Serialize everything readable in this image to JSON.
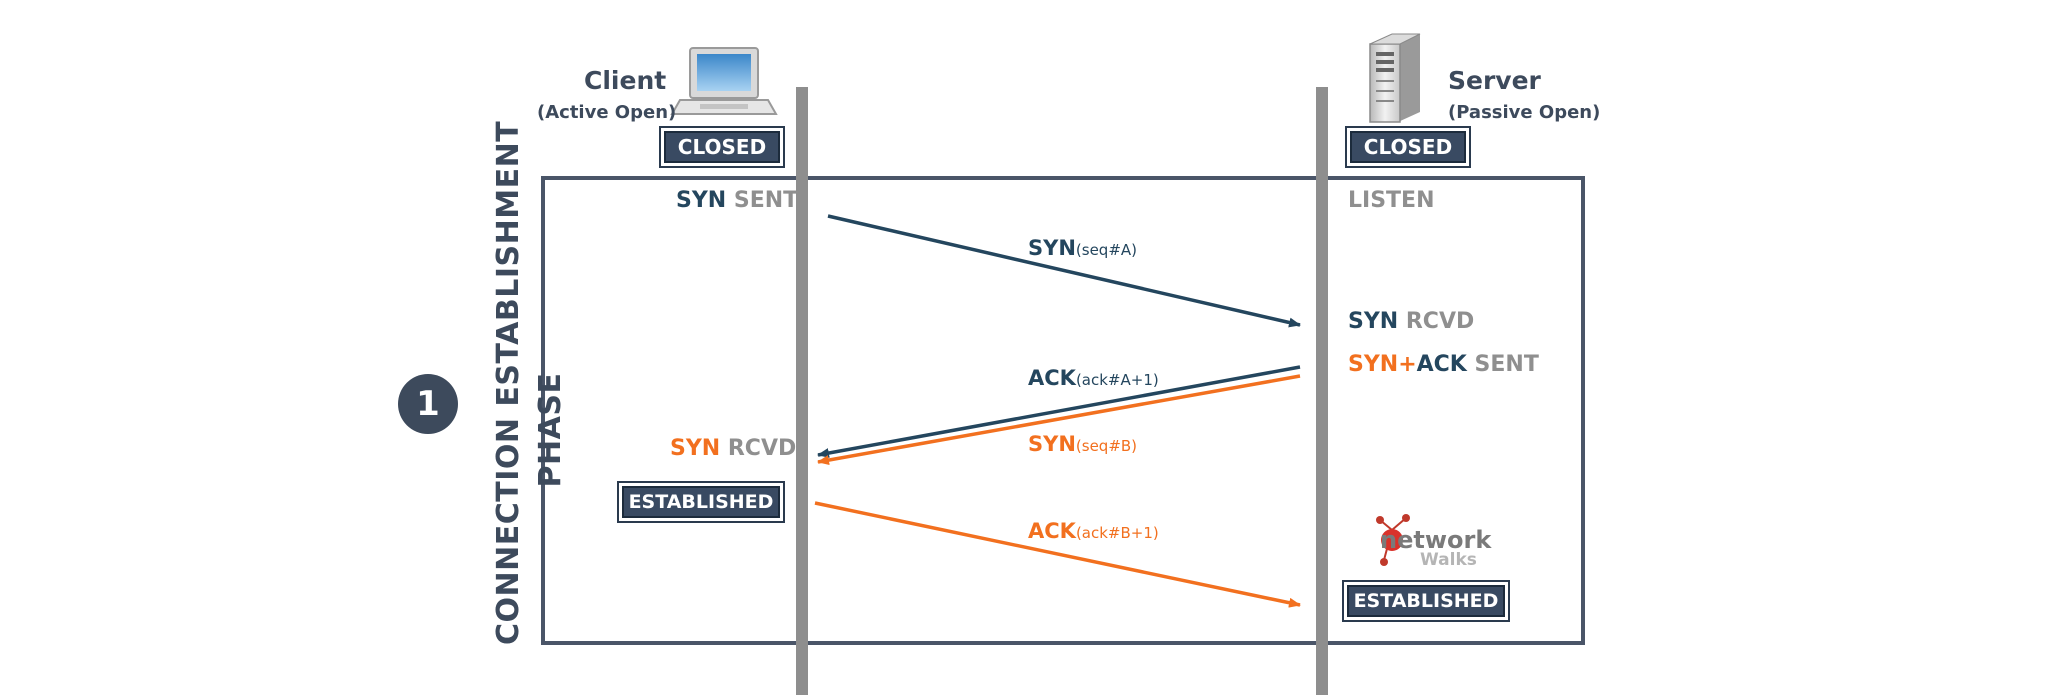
{
  "client": {
    "title": "Client",
    "subtitle": "(Active Open)",
    "initial_state": "CLOSED"
  },
  "server": {
    "title": "Server",
    "subtitle": "(Passive Open)",
    "initial_state": "CLOSED"
  },
  "phase": {
    "number": "1",
    "line1": "CONNECTION ESTABLISHMENT",
    "line2": "PHASE"
  },
  "client_states": {
    "syn_sent": {
      "a": "SYN",
      "b": "SENT"
    },
    "syn_rcvd": {
      "a": "SYN",
      "b": "RCVD"
    },
    "established": "ESTABLISHED"
  },
  "server_states": {
    "listen": "LISTEN",
    "syn_rcvd": {
      "a": "SYN",
      "b": "RCVD"
    },
    "synack_sent": {
      "a": "SYN",
      "plus": "+",
      "b": "ACK",
      "c": "SENT"
    },
    "established": "ESTABLISHED"
  },
  "messages": {
    "syn1": {
      "name": "SYN",
      "param": "(seq#A)"
    },
    "ack1": {
      "name": "ACK",
      "param": "(ack#A+1)"
    },
    "syn2": {
      "name": "SYN",
      "param": "(seq#B)"
    },
    "ack2": {
      "name": "ACK",
      "param": "(ack#B+1)"
    }
  },
  "logo": {
    "word": "network",
    "sub": "Walks"
  },
  "colors": {
    "dark": "#24465e",
    "orange": "#f2701f",
    "gray": "#8f8f8f",
    "box": "#394a62",
    "frame": "#4a5568"
  },
  "icons": {
    "client": "laptop-icon",
    "server": "server-tower-icon"
  }
}
